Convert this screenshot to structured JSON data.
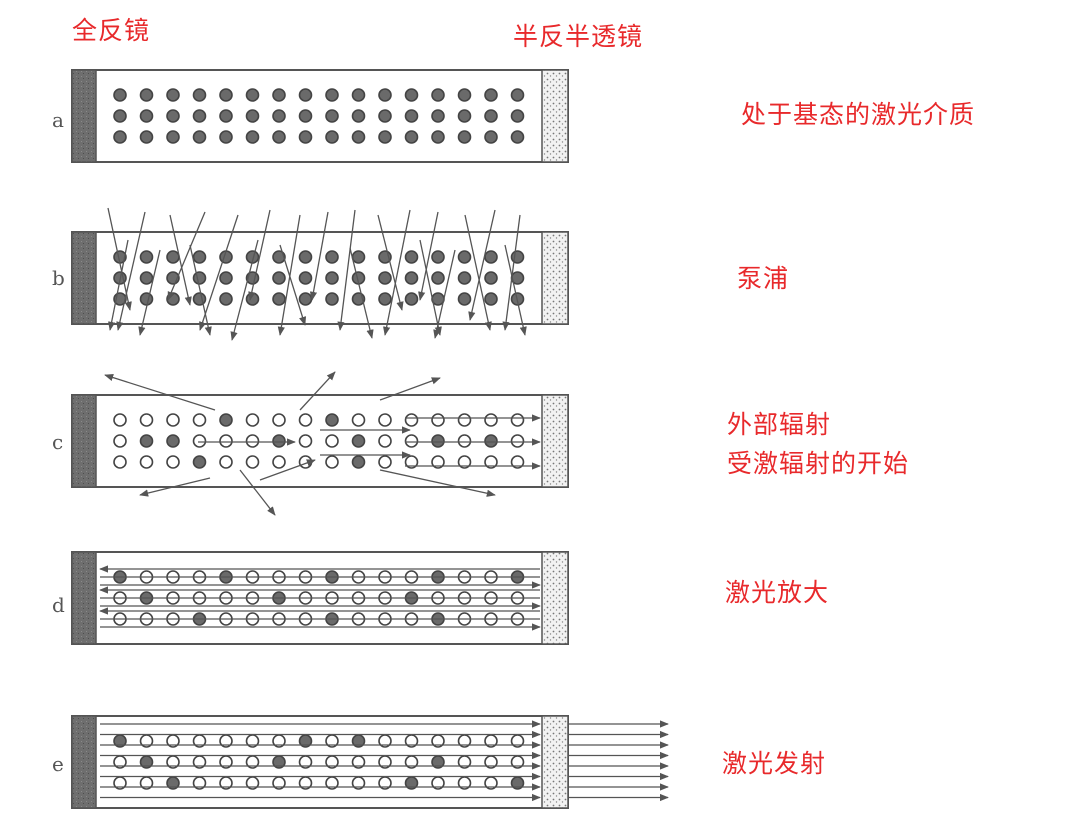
{
  "header": {
    "full_mirror": "全反镜",
    "half_mirror": "半反半透镜"
  },
  "stages": [
    {
      "letter": "a",
      "label": "处于基态的激光介质",
      "label2": ""
    },
    {
      "letter": "b",
      "label": "泵浦",
      "label2": ""
    },
    {
      "letter": "c",
      "label": "外部辐射",
      "label2": "受激辐射的开始"
    },
    {
      "letter": "d",
      "label": "激光放大",
      "label2": ""
    },
    {
      "letter": "e",
      "label": "激光发射",
      "label2": ""
    }
  ],
  "colors": {
    "label": "#e8292b",
    "outline": "#555555",
    "atom_ground": "#6a6a6a",
    "mirror_full": "#6e6e6e"
  },
  "atoms": {
    "columns": 16,
    "rows": 3,
    "c_excited": [
      [
        0,
        0,
        0,
        0,
        1,
        0,
        0,
        0,
        1,
        0,
        0,
        0,
        0,
        0,
        0,
        0
      ],
      [
        0,
        1,
        1,
        0,
        0,
        0,
        1,
        0,
        0,
        1,
        0,
        0,
        1,
        0,
        1,
        0
      ],
      [
        0,
        0,
        0,
        1,
        0,
        0,
        0,
        0,
        0,
        1,
        0,
        0,
        0,
        0,
        0,
        0
      ]
    ],
    "d_excited": [
      [
        1,
        0,
        0,
        0,
        1,
        0,
        0,
        0,
        1,
        0,
        0,
        0,
        1,
        0,
        0,
        1
      ],
      [
        0,
        1,
        0,
        0,
        0,
        0,
        1,
        0,
        0,
        0,
        0,
        1,
        0,
        0,
        0,
        0
      ],
      [
        0,
        0,
        0,
        1,
        0,
        0,
        0,
        0,
        1,
        0,
        0,
        0,
        1,
        0,
        0,
        0
      ]
    ],
    "e_excited": [
      [
        1,
        0,
        0,
        0,
        0,
        0,
        0,
        1,
        0,
        1,
        0,
        0,
        0,
        0,
        0,
        0
      ],
      [
        0,
        1,
        0,
        0,
        0,
        0,
        1,
        0,
        0,
        0,
        0,
        0,
        1,
        0,
        0,
        0
      ],
      [
        0,
        0,
        1,
        0,
        0,
        0,
        0,
        0,
        0,
        0,
        0,
        1,
        0,
        0,
        0,
        1
      ]
    ]
  }
}
